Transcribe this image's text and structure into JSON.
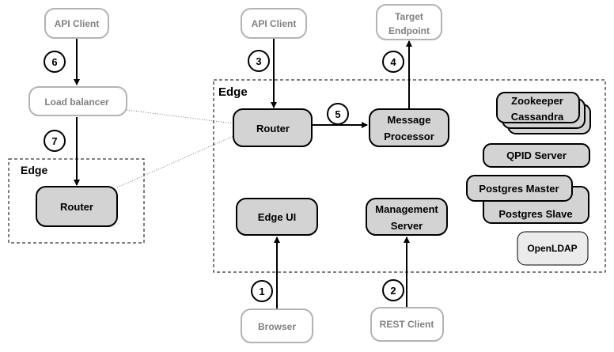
{
  "clients": {
    "api_client_left": "API Client",
    "api_client_center": "API Client",
    "target_endpoint": [
      "Target",
      "Endpoint"
    ],
    "load_balancer": "Load balancer",
    "browser": "Browser",
    "rest_client": "REST Client"
  },
  "edge_main": {
    "label": "Edge",
    "router": "Router",
    "message_processor": [
      "Message",
      "Processor"
    ],
    "edge_ui": "Edge UI",
    "management_server": [
      "Management",
      "Server"
    ],
    "zookeeper_cassandra": [
      "Zookeeper",
      "Cassandra"
    ],
    "qpid_server": "QPID Server",
    "postgres_master": "Postgres Master",
    "postgres_slave": "Postgres Slave",
    "openldap": "OpenLDAP"
  },
  "edge_secondary": {
    "label": "Edge",
    "router": "Router"
  },
  "steps": {
    "s1": "1",
    "s2": "2",
    "s3": "3",
    "s4": "4",
    "s5": "5",
    "s6": "6",
    "s7": "7"
  },
  "colors": {
    "node_fill": "#d3d3d3",
    "node_stroke": "#000000",
    "client_stroke": "#b3b3b3",
    "client_text": "#808080"
  }
}
